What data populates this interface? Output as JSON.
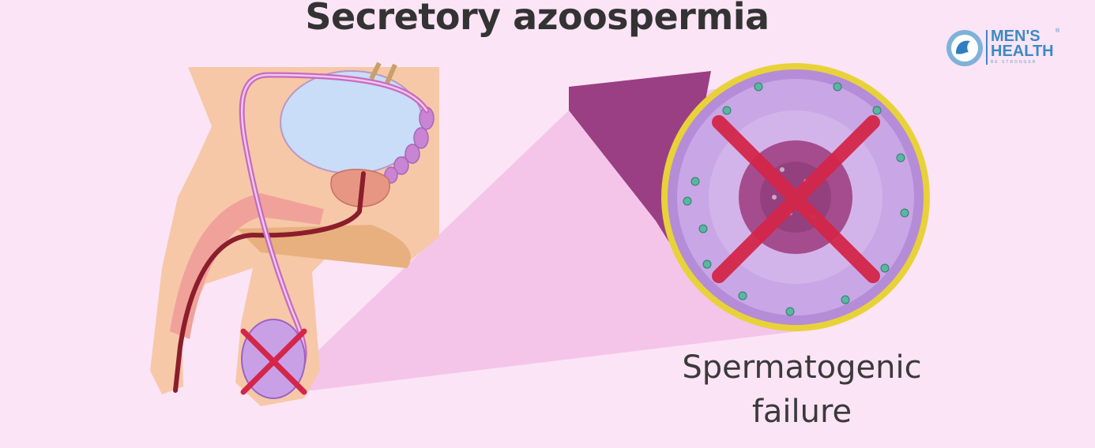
{
  "title": "Secretory azoospermia",
  "caption": {
    "line1": "Spermatogenic",
    "line2": "failure"
  },
  "logo": {
    "line1": "MEN'S",
    "line2": "HEALTH",
    "tagline": "BE STRONGER",
    "mark": "®"
  },
  "colors": {
    "background": "#fbe4f6",
    "skin": "#f6c8a8",
    "x_mark": "#d4264a",
    "tubule": "#c79be0",
    "lumen": "#a44c8e"
  }
}
